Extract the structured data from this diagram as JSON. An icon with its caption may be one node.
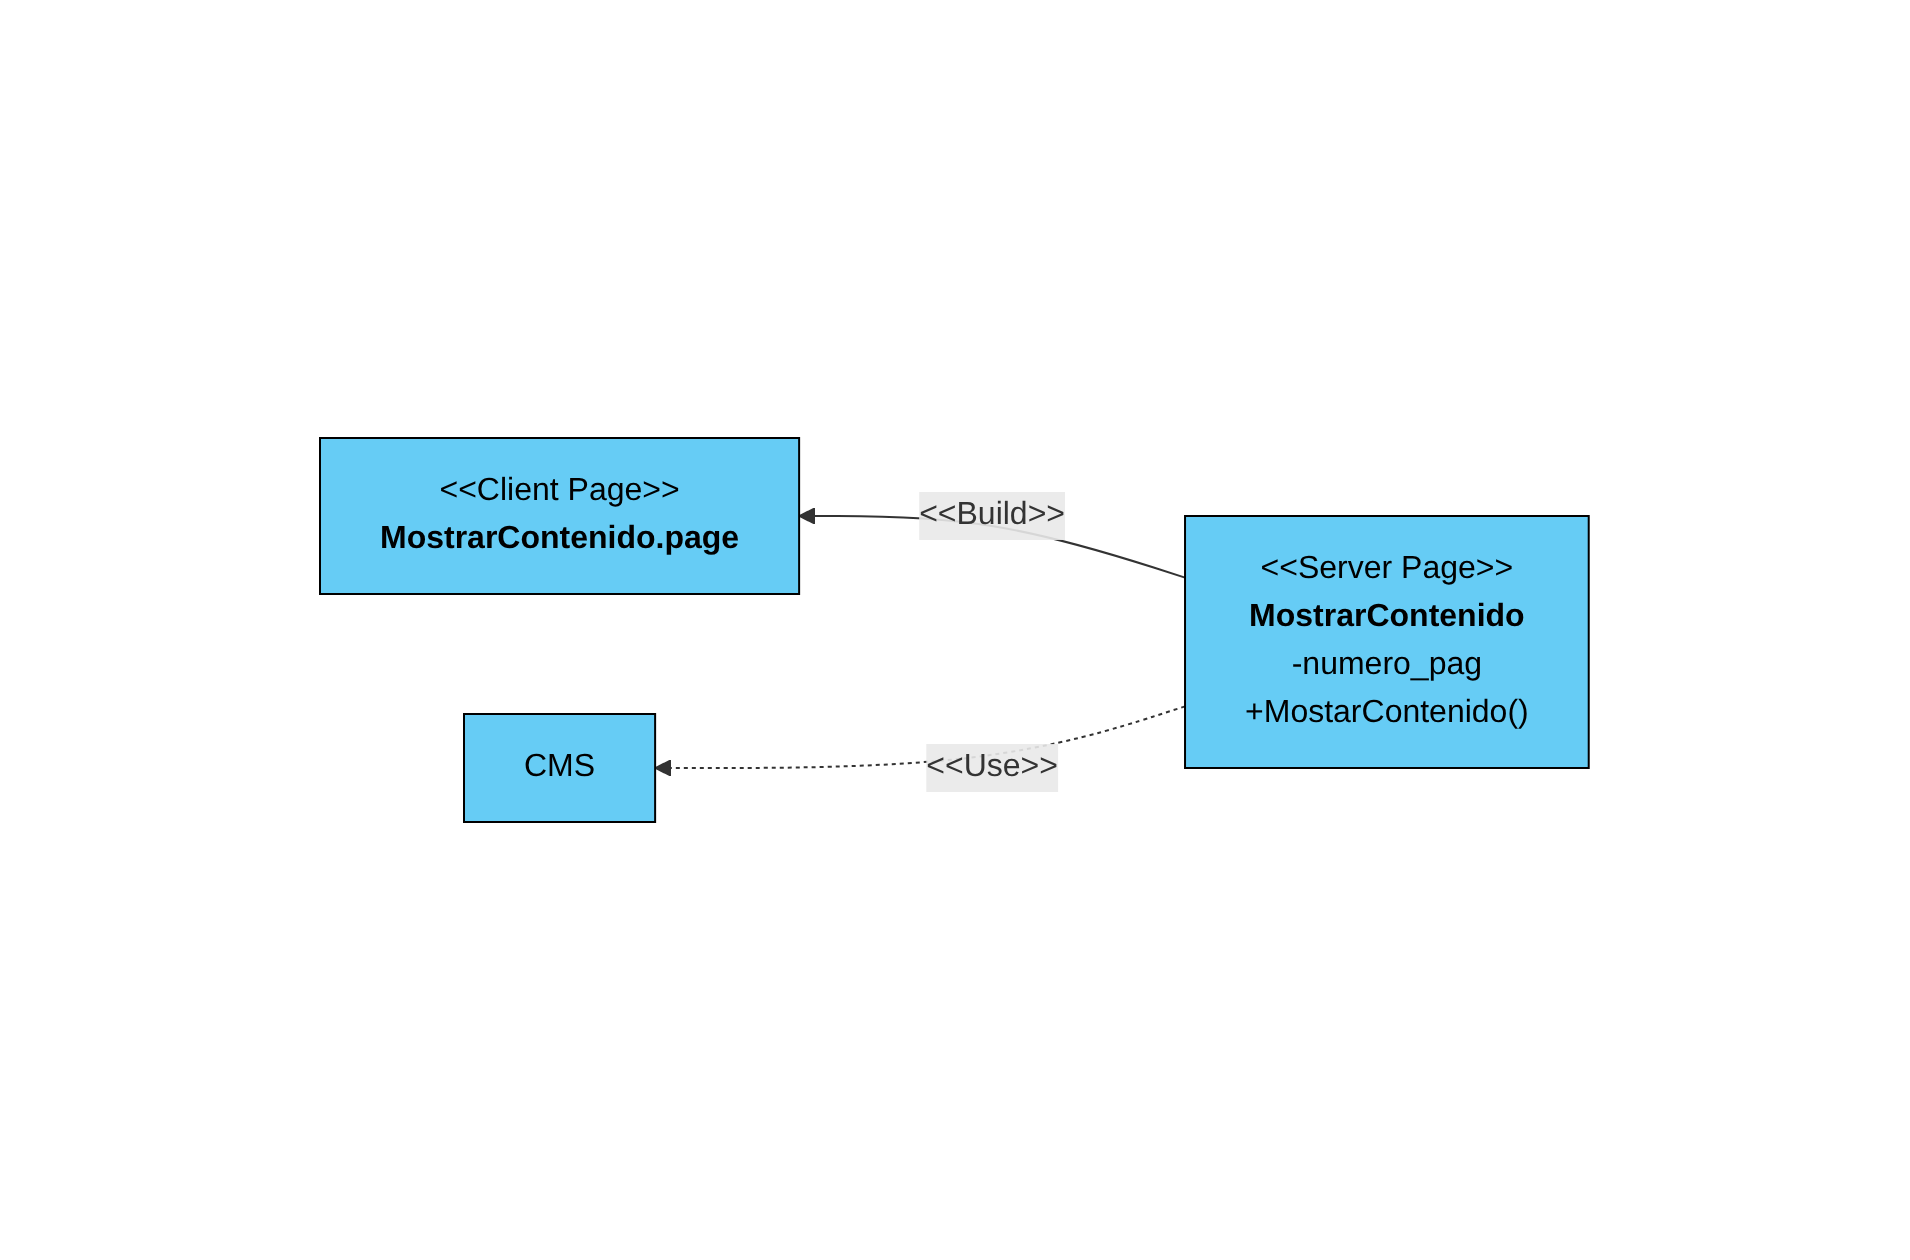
{
  "diagram": {
    "nodes": [
      {
        "text": [
          "<<Client Page>>",
          "MostrarContenido.page"
        ]
      },
      {
        "text": [
          "<<Server Page>>",
          "MostrarContenido",
          "-numero_pag",
          "+MostarContenido()"
        ]
      },
      {
        "text": [
          "CMS"
        ]
      }
    ],
    "edges": [
      {
        "from": 1,
        "to": 0,
        "arrow": "to",
        "label": "<<Build>>"
      },
      {
        "from": 1,
        "to": 2,
        "arrow": "to",
        "label": "<<Use>>",
        "style": "dashed"
      }
    ]
  }
}
